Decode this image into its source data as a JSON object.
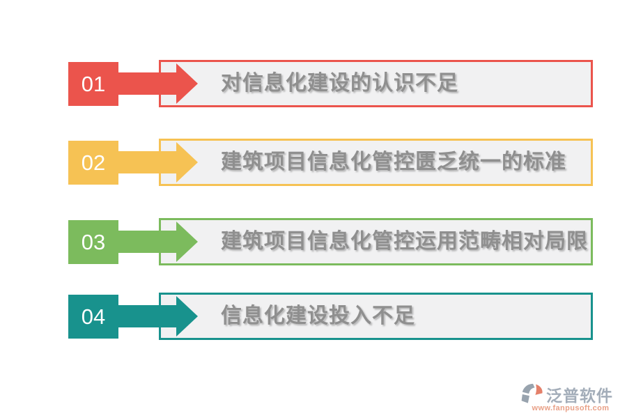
{
  "page": {
    "background": "#ffffff",
    "box_fill": "#f1f1f2",
    "label_color": "#8f8f8f",
    "number_color": "#ffffff"
  },
  "rows": [
    {
      "number": "01",
      "label": "对信息化建设的认识不足",
      "color": "#EB544C"
    },
    {
      "number": "02",
      "label": "建筑项目信息化管控匮乏统一的标准",
      "color": "#F6C254"
    },
    {
      "number": "03",
      "label": "建筑项目信息化管控运用范畴相对局限",
      "color": "#7CBB5D"
    },
    {
      "number": "04",
      "label": "信息化建设投入不足",
      "color": "#18928D"
    }
  ],
  "footer": {
    "brand": "泛普软件",
    "url": "www.fanpusoft.com",
    "brand_color": "#A3ADB9",
    "url_color": "#E9A188",
    "logo_gray": "#98A3AE",
    "logo_orange": "#E4806A"
  }
}
